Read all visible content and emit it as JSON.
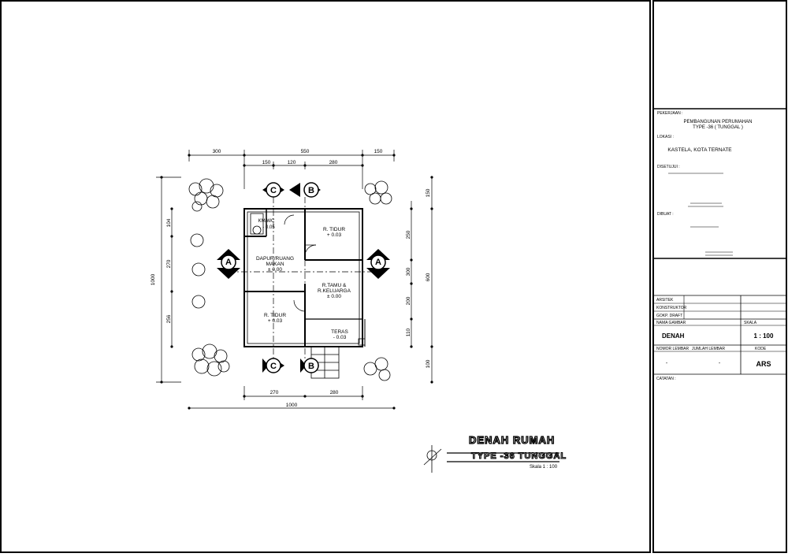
{
  "plan": {
    "rooms": {
      "kmwc": {
        "name": "KM/WC",
        "level": "- 0.05"
      },
      "tidur1": {
        "name": "R. TIDUR",
        "level": "+ 0.03"
      },
      "dapur1": "DAPUR/RUANG",
      "dapur2": "MAKAN",
      "dapur_level": "± 0.00",
      "tamu1": "R.TAMU &",
      "tamu2": "R.KELUARGA",
      "tamu_level": "± 0.00",
      "tidur2": {
        "name": "R. TIDUR",
        "level": "+ 0.03"
      },
      "teras": {
        "name": "TERAS",
        "level": "- 0.03"
      }
    },
    "dims_top_outer": [
      "300",
      "550",
      "150"
    ],
    "dims_top_inner": [
      "150",
      "120",
      "280"
    ],
    "dims_left": [
      "104",
      "270",
      "256"
    ],
    "dim_left_total": "1000",
    "dims_right_a": [
      "150",
      "250",
      "300",
      "200",
      "110",
      "100"
    ],
    "dim_right_total": "600",
    "dims_bottom": [
      "270",
      "280"
    ],
    "dim_bottom_total": "1000",
    "section_markers": {
      "a": "A",
      "b": "B",
      "c": "C"
    }
  },
  "drawing_title": {
    "line1": "DENAH RUMAH",
    "line2": "TYPE -36 TUNGGAL",
    "scale": "Skala   1 : 100"
  },
  "title_block": {
    "pekerjaan_label": "PEKERJAAN :",
    "pekerjaan_line1": "PEMBANGUNAN PERUMAHAN",
    "pekerjaan_line2": "TYPE -36 ( TUNGGAL )",
    "lokasi_label": "LOKASI :",
    "lokasi_value": "KASTELA, KOTA TERNATE",
    "disetujui_label": "DISETUJUI :",
    "dibuat_label": "DIBUAT :",
    "arsitek_label": "ARSITEK",
    "konstruktor_label": "KONSTRUKTOR",
    "drafter_label": "GOKP. DRAFT",
    "nama_gambar_label": "NAMA GAMBAR",
    "skala_label": "SKALA",
    "nama_gambar_value": "DENAH",
    "skala_value": "1 : 100",
    "nomor_lembar_label": "NOMOR LEMBAR",
    "jumlah_lembar_label": "JUMLAH LEMBAR",
    "kode_label": "KODE",
    "nomor_lembar_value": "-",
    "jumlah_lembar_value": "-",
    "kode_value": "ARS",
    "catatan_label": "CATATAN :"
  }
}
